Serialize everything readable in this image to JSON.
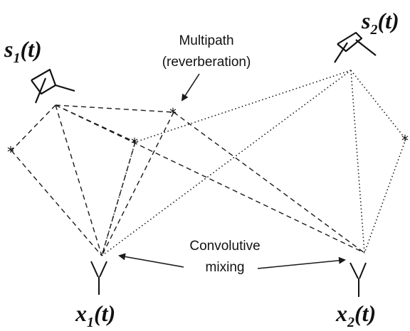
{
  "labels": {
    "multipath_line1": "Multipath",
    "multipath_line2": "(reverberation)",
    "convolutive_line1": "Convolutive",
    "convolutive_line2": "mixing"
  },
  "sources": [
    {
      "base": "s",
      "sub": "1",
      "arg": "(t)"
    },
    {
      "base": "s",
      "sub": "2",
      "arg": "(t)"
    }
  ],
  "mixtures": [
    {
      "base": "x",
      "sub": "1",
      "arg": "(t)"
    },
    {
      "base": "x",
      "sub": "2",
      "arg": "(t)"
    }
  ],
  "reflectors": [
    "*",
    "*",
    "*",
    "*"
  ],
  "colors": {
    "line": "#1a1a1a",
    "text": "#111111"
  }
}
